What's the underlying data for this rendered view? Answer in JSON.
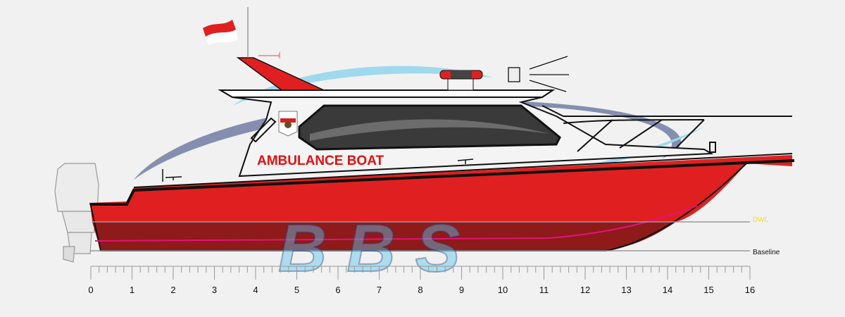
{
  "drawing": {
    "hull_name": "AMBULANCE BOAT",
    "waterline_label": "DWL",
    "baseline_label": "Baseline",
    "watermark": "BBS"
  },
  "ruler": {
    "min": 0,
    "max": 16,
    "minor_divisions": 5,
    "labels": [
      "0",
      "1",
      "2",
      "3",
      "4",
      "5",
      "6",
      "7",
      "8",
      "9",
      "10",
      "11",
      "12",
      "13",
      "14",
      "15",
      "16"
    ]
  },
  "colors": {
    "hull_red": "#e02020",
    "underwater": "#8e1a1a",
    "dwl_text": "#f2e600",
    "trim_line": "#e0147a",
    "watermark_blue": "#5bc4ea",
    "watermark_navy": "#2c3f7a"
  }
}
